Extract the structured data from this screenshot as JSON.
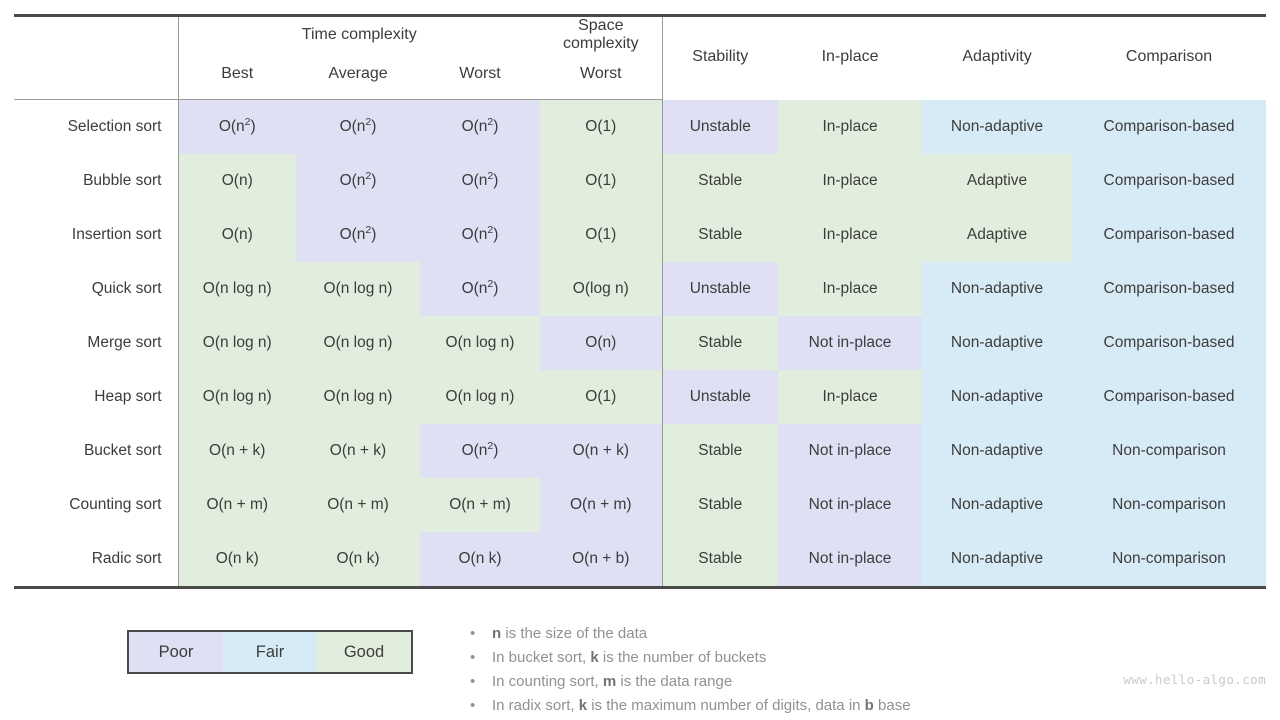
{
  "table": {
    "groups": [
      {
        "label": "",
        "span": 1
      },
      {
        "label": "Time complexity",
        "span": 3
      },
      {
        "label": "Space complexity",
        "span": 1
      },
      {
        "label": "Stability",
        "span": 1
      },
      {
        "label": "In-place",
        "span": 1
      },
      {
        "label": "Adaptivity",
        "span": 1
      },
      {
        "label": "Comparison",
        "span": 1
      }
    ],
    "group_time": "Time complexity",
    "group_space": "Space complexity",
    "columns": [
      "",
      "Best",
      "Average",
      "Worst",
      "Worst",
      "Stability",
      "In-place",
      "Adaptivity",
      "Comparison"
    ],
    "subheaders": {
      "best": "Best",
      "average": "Average",
      "worst_time": "Worst",
      "worst_space": "Worst",
      "stability": "Stability",
      "inplace": "In-place",
      "adaptivity": "Adaptivity",
      "comparison": "Comparison"
    },
    "rows": [
      {
        "name": "Selection sort",
        "best": "O(n2)",
        "best_q": "poor",
        "average": "O(n2)",
        "average_q": "poor",
        "worst": "O(n2)",
        "worst_q": "poor",
        "space": "O(1)",
        "space_q": "good",
        "stability": "Unstable",
        "stability_q": "poor",
        "inplace": "In-place",
        "inplace_q": "good",
        "adaptivity": "Non-adaptive",
        "adaptivity_q": "fair",
        "comparison": "Comparison-based",
        "comparison_q": "fair"
      },
      {
        "name": "Bubble sort",
        "best": "O(n)",
        "best_q": "good",
        "average": "O(n2)",
        "average_q": "poor",
        "worst": "O(n2)",
        "worst_q": "poor",
        "space": "O(1)",
        "space_q": "good",
        "stability": "Stable",
        "stability_q": "good",
        "inplace": "In-place",
        "inplace_q": "good",
        "adaptivity": "Adaptive",
        "adaptivity_q": "good",
        "comparison": "Comparison-based",
        "comparison_q": "fair"
      },
      {
        "name": "Insertion sort",
        "best": "O(n)",
        "best_q": "good",
        "average": "O(n2)",
        "average_q": "poor",
        "worst": "O(n2)",
        "worst_q": "poor",
        "space": "O(1)",
        "space_q": "good",
        "stability": "Stable",
        "stability_q": "good",
        "inplace": "In-place",
        "inplace_q": "good",
        "adaptivity": "Adaptive",
        "adaptivity_q": "good",
        "comparison": "Comparison-based",
        "comparison_q": "fair"
      },
      {
        "name": "Quick sort",
        "best": "O(n log n)",
        "best_q": "good",
        "average": "O(n log n)",
        "average_q": "good",
        "worst": "O(n2)",
        "worst_q": "poor",
        "space": "O(log n)",
        "space_q": "good",
        "stability": "Unstable",
        "stability_q": "poor",
        "inplace": "In-place",
        "inplace_q": "good",
        "adaptivity": "Non-adaptive",
        "adaptivity_q": "fair",
        "comparison": "Comparison-based",
        "comparison_q": "fair"
      },
      {
        "name": "Merge sort",
        "best": "O(n log n)",
        "best_q": "good",
        "average": "O(n log n)",
        "average_q": "good",
        "worst": "O(n log n)",
        "worst_q": "good",
        "space": "O(n)",
        "space_q": "poor",
        "stability": "Stable",
        "stability_q": "good",
        "inplace": "Not in-place",
        "inplace_q": "poor",
        "adaptivity": "Non-adaptive",
        "adaptivity_q": "fair",
        "comparison": "Comparison-based",
        "comparison_q": "fair"
      },
      {
        "name": "Heap sort",
        "best": "O(n log n)",
        "best_q": "good",
        "average": "O(n log n)",
        "average_q": "good",
        "worst": "O(n log n)",
        "worst_q": "good",
        "space": "O(1)",
        "space_q": "good",
        "stability": "Unstable",
        "stability_q": "poor",
        "inplace": "In-place",
        "inplace_q": "good",
        "adaptivity": "Non-adaptive",
        "adaptivity_q": "fair",
        "comparison": "Comparison-based",
        "comparison_q": "fair"
      },
      {
        "name": "Bucket sort",
        "best": "O(n + k)",
        "best_q": "good",
        "average": "O(n + k)",
        "average_q": "good",
        "worst": "O(n2)",
        "worst_q": "poor",
        "space": "O(n + k)",
        "space_q": "poor",
        "stability": "Stable",
        "stability_q": "good",
        "inplace": "Not in-place",
        "inplace_q": "poor",
        "adaptivity": "Non-adaptive",
        "adaptivity_q": "fair",
        "comparison": "Non-comparison",
        "comparison_q": "fair"
      },
      {
        "name": "Counting sort",
        "best": "O(n + m)",
        "best_q": "good",
        "average": "O(n + m)",
        "average_q": "good",
        "worst": "O(n + m)",
        "worst_q": "good",
        "space": "O(n + m)",
        "space_q": "poor",
        "stability": "Stable",
        "stability_q": "good",
        "inplace": "Not in-place",
        "inplace_q": "poor",
        "adaptivity": "Non-adaptive",
        "adaptivity_q": "fair",
        "comparison": "Non-comparison",
        "comparison_q": "fair"
      },
      {
        "name": "Radic sort",
        "best": "O(n k)",
        "best_q": "good",
        "average": "O(n k)",
        "average_q": "good",
        "worst": "O(n k)",
        "worst_q": "poor",
        "space": "O(n + b)",
        "space_q": "poor",
        "stability": "Stable",
        "stability_q": "good",
        "inplace": "Not in-place",
        "inplace_q": "poor",
        "adaptivity": "Non-adaptive",
        "adaptivity_q": "fair",
        "comparison": "Non-comparison",
        "comparison_q": "fair"
      }
    ]
  },
  "legend": {
    "items": [
      {
        "label": "Poor",
        "quality": "poor"
      },
      {
        "label": "Fair",
        "quality": "fair"
      },
      {
        "label": "Good",
        "quality": "good"
      }
    ]
  },
  "notes": {
    "bullet": "•",
    "items": [
      {
        "pre": "",
        "var1": "n",
        "mid": " is the size of the data",
        "var2": "",
        "post": ""
      },
      {
        "pre": "In bucket sort, ",
        "var1": "k",
        "mid": " is the number of buckets",
        "var2": "",
        "post": ""
      },
      {
        "pre": "In counting sort, ",
        "var1": "m",
        "mid": " is the data range",
        "var2": "",
        "post": ""
      },
      {
        "pre": "In radix sort, ",
        "var1": "k",
        "mid": " is the maximum number of digits, data in ",
        "var2": "b",
        "post": " base"
      }
    ]
  },
  "watermark": "www.hello-algo.com",
  "colors": {
    "poor": "#dfe0f3",
    "fair": "#d7ebf7",
    "good": "#e2eedd",
    "text": "#3c3c3c",
    "note_text": "#8d9294",
    "rule": "#9a9a9a",
    "border": "#4a4a4a",
    "watermark": "#c3cbce"
  }
}
